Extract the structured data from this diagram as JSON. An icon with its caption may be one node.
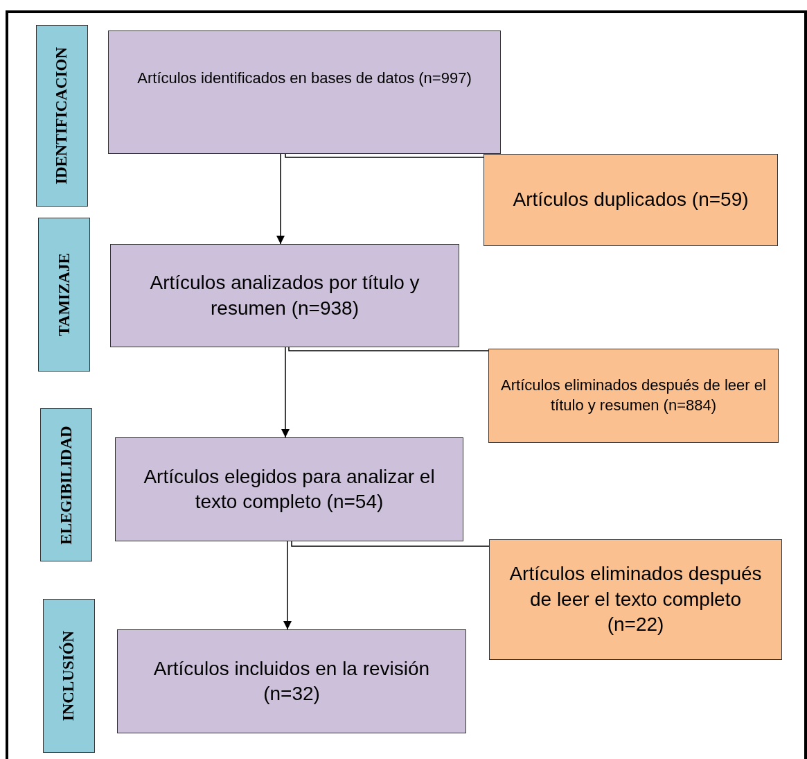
{
  "diagram": {
    "nodes": [
      {
        "text": [
          "IDENTIFICACION"
        ]
      },
      {
        "text": [
          "TAMIZAJE"
        ]
      },
      {
        "text": [
          "ELEGIBILIDAD"
        ]
      },
      {
        "text": [
          "INCLUSIÓN"
        ]
      },
      {
        "text": [
          "Artículos identificados en bases de datos (n=997)"
        ]
      },
      {
        "text": [
          "Artículos analizados por título y resumen (n=938)"
        ]
      },
      {
        "text": [
          "Artículos elegidos para analizar el texto completo (n=54)"
        ]
      },
      {
        "text": [
          "Artículos incluidos en la revisión (n=32)"
        ]
      },
      {
        "text": [
          "Artículos duplicados (n=59)"
        ]
      },
      {
        "text": [
          "Artículos eliminados después de leer el título y resumen (n=884)"
        ]
      },
      {
        "text": [
          "Artículos eliminados después de leer el texto completo (n=22)"
        ]
      }
    ],
    "edges": [
      {
        "from": 4,
        "to": 5,
        "arrow": "to"
      },
      {
        "from": 5,
        "to": 6,
        "arrow": "to"
      },
      {
        "from": 6,
        "to": 7,
        "arrow": "to"
      },
      {
        "from": 4,
        "to": 8,
        "arrow": "none"
      },
      {
        "from": 5,
        "to": 9,
        "arrow": "none"
      },
      {
        "from": 6,
        "to": 10,
        "arrow": "none"
      }
    ]
  }
}
